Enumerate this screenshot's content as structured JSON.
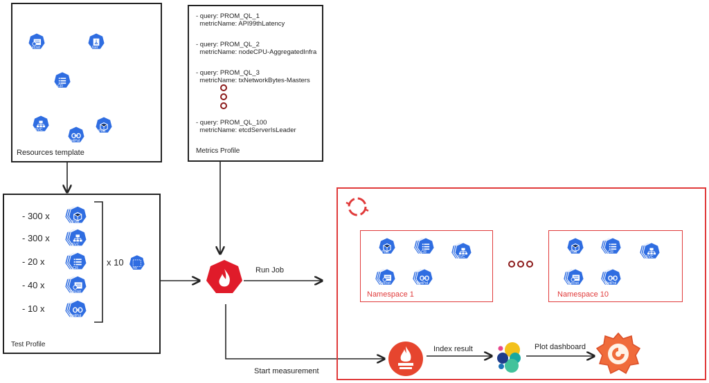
{
  "resources_template": {
    "label": "Resources template",
    "icons": [
      {
        "kind": "secret",
        "caption": "Secret"
      },
      {
        "kind": "user",
        "caption": "User"
      },
      {
        "kind": "cr",
        "caption": "CR"
      },
      {
        "kind": "svc",
        "caption": "SVC"
      },
      {
        "kind": "netpol",
        "caption": "NetPol"
      },
      {
        "kind": "pod",
        "caption": "Pod"
      }
    ]
  },
  "metrics_profile": {
    "label": "Metrics Profile",
    "queries": [
      {
        "query": "- query: PROM_QL_1",
        "metric": "  metricName: API99thLatency"
      },
      {
        "query": "- query: PROM_QL_2",
        "metric": "  metricName: nodeCPU-AggregatedInfra"
      },
      {
        "query": "- query: PROM_QL_3",
        "metric": "  metricName: txNetworkBytes-Masters"
      },
      {
        "query": "- query: PROM_QL_100",
        "metric": "  metricName: etcdServerIsLeader"
      }
    ]
  },
  "test_profile": {
    "label": "Test Profile",
    "rows": [
      {
        "count": "- 300 x",
        "kind": "pod",
        "caption": "Pod"
      },
      {
        "count": "- 300 x",
        "kind": "svc",
        "caption": "SVC"
      },
      {
        "count": "- 20 x",
        "kind": "cr",
        "caption": "CR"
      },
      {
        "count": "- 40 x",
        "kind": "secret",
        "caption": "Secret"
      },
      {
        "count": "- 10 x",
        "kind": "netpol",
        "caption": "NetPol"
      }
    ],
    "multiplier": "x 10",
    "ns_caption": "ns"
  },
  "edges": {
    "run_job": "Run Job",
    "start_measurement": "Start measurement",
    "index_result": "Index result",
    "plot_dashboard": "Plot dashboard"
  },
  "cluster": {
    "namespaces": [
      {
        "label": "Namespace 1",
        "icons": [
          {
            "caption": "Pod"
          },
          {
            "caption": "CR"
          },
          {
            "caption": "SVC"
          },
          {
            "caption": "Secret"
          },
          {
            "caption": "NetPol"
          }
        ]
      },
      {
        "label": "Namespace 10",
        "icons": [
          {
            "caption": "Pod"
          },
          {
            "caption": "CR"
          },
          {
            "caption": "SVC"
          },
          {
            "caption": "Secret"
          },
          {
            "caption": "NetPol"
          }
        ]
      }
    ]
  },
  "colors": {
    "k8s": "#2f6de1",
    "red": "#e03a3a",
    "prom_red": "#e6452e",
    "elastic_yellow": "#f3c11b",
    "grafana_orange": "#f06b3b"
  }
}
